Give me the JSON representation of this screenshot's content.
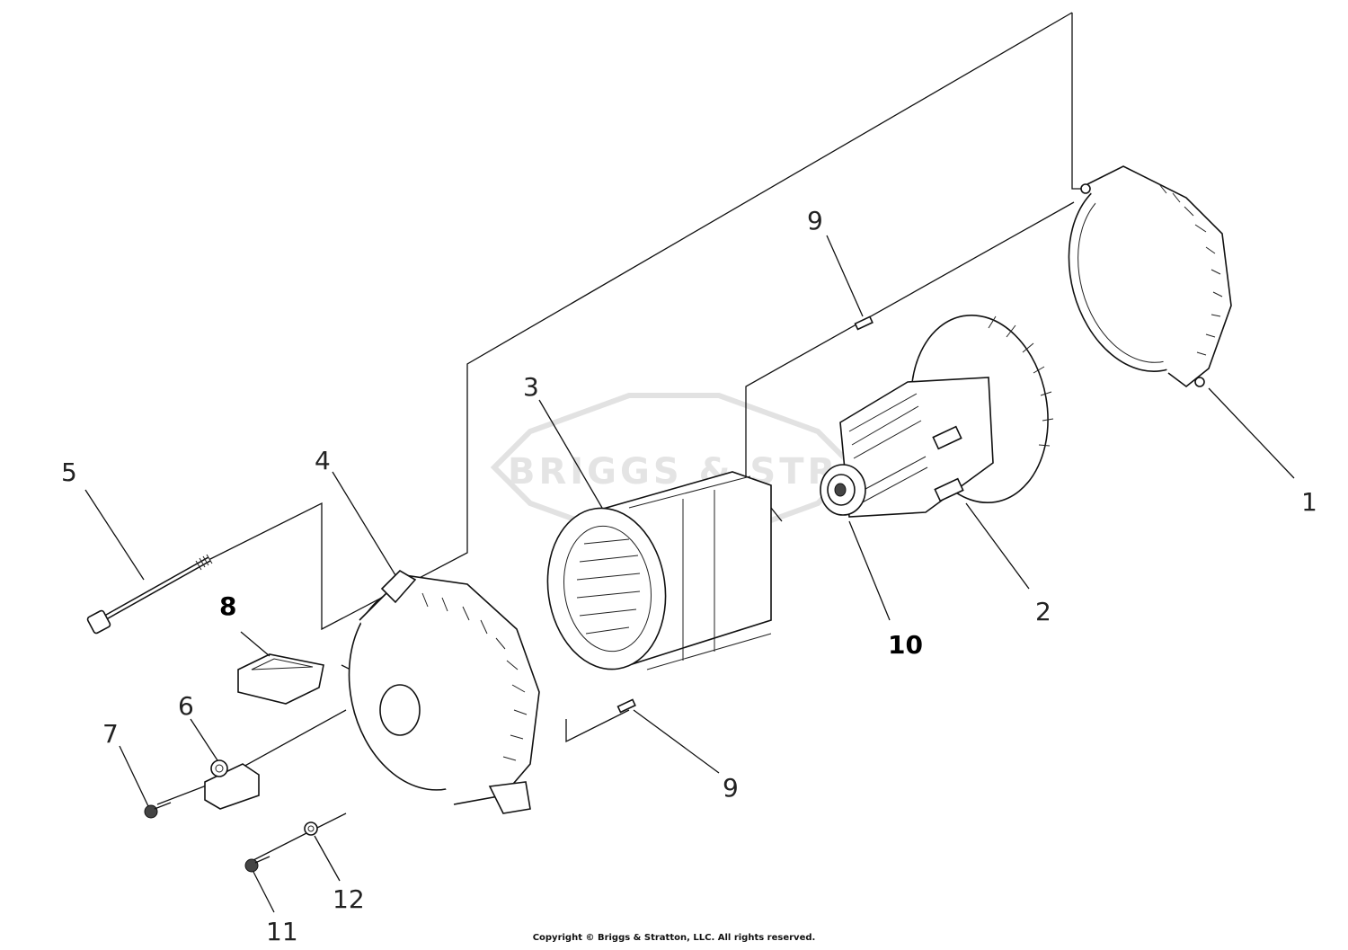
{
  "watermark": {
    "text": "BRIGGS & STRATTON"
  },
  "callouts": [
    {
      "id": "1",
      "label": "1"
    },
    {
      "id": "2",
      "label": "2"
    },
    {
      "id": "3",
      "label": "3"
    },
    {
      "id": "4",
      "label": "4"
    },
    {
      "id": "5",
      "label": "5"
    },
    {
      "id": "6",
      "label": "6"
    },
    {
      "id": "7",
      "label": "7"
    },
    {
      "id": "8",
      "label": "8"
    },
    {
      "id": "9a",
      "label": "9"
    },
    {
      "id": "9b",
      "label": "9"
    },
    {
      "id": "10",
      "label": "10"
    },
    {
      "id": "11",
      "label": "11"
    },
    {
      "id": "12",
      "label": "12"
    }
  ],
  "copyright": "Copyright © Briggs & Stratton, LLC. All rights reserved."
}
